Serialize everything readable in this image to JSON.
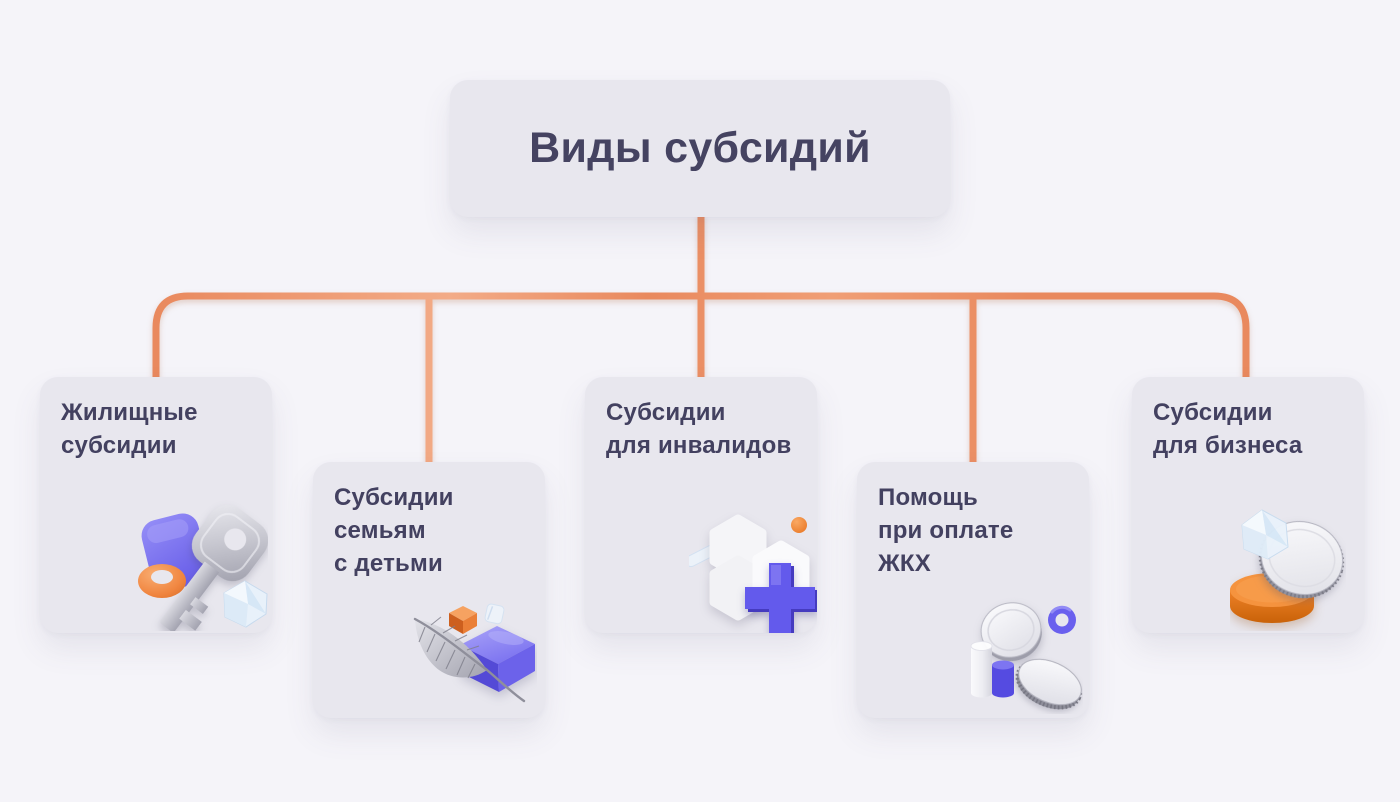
{
  "diagram": {
    "title": "Виды субсидий",
    "nodes": [
      {
        "label": "Жилищные субсидии",
        "lines": [
          "Жилищные",
          "субсидии"
        ],
        "icon": "key-with-tag-ring-crystal-3d"
      },
      {
        "label": "Субсидии семьям с детьми",
        "lines": [
          "Субсидии",
          "семьям",
          "с детьми"
        ],
        "icon": "feather-and-cubes-3d"
      },
      {
        "label": "Субсидии для инвалидов",
        "lines": [
          "Субсидии",
          "для инвалидов"
        ],
        "icon": "hexagons-medical-plus-3d"
      },
      {
        "label": "Помощь при оплате ЖКХ",
        "lines": [
          "Помощь",
          "при оплате",
          "ЖКХ"
        ],
        "icon": "coins-cylinders-ring-3d"
      },
      {
        "label": "Субсидии для бизнеса",
        "lines": [
          "Субсидии",
          "для бизнеса"
        ],
        "icon": "coin-crystal-puck-3d"
      }
    ],
    "colors": {
      "background": "#F5F4F9",
      "card_background": "#E8E7EE",
      "text": "#434160",
      "connector": "#EA8A5F",
      "accent_purple": "#6E64EA",
      "accent_orange": "#F0853F"
    }
  }
}
